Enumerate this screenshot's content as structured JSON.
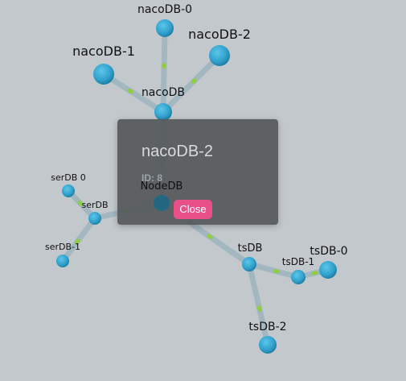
{
  "graph": {
    "nodes": [
      {
        "id": "nacoDB-0",
        "label": "nacoDB-0"
      },
      {
        "id": "nacoDB-2",
        "label": "nacoDB-2"
      },
      {
        "id": "nacoDB-1",
        "label": "nacoDB-1"
      },
      {
        "id": "nacoDB",
        "label": "nacoDB"
      },
      {
        "id": "NodeDB",
        "label": "NodeDB"
      },
      {
        "id": "serDB_0",
        "label": "serDB 0"
      },
      {
        "id": "serDB",
        "label": "serDB"
      },
      {
        "id": "serDB-1",
        "label": "serDB-1"
      },
      {
        "id": "tsDB",
        "label": "tsDB"
      },
      {
        "id": "tsDB-0",
        "label": "tsDB-0"
      },
      {
        "id": "tsDB-1",
        "label": "tsDB-1"
      },
      {
        "id": "tsDB-2",
        "label": "tsDB-2"
      }
    ],
    "edges": [
      [
        "nacoDB",
        "nacoDB-0"
      ],
      [
        "nacoDB",
        "nacoDB-2"
      ],
      [
        "nacoDB",
        "nacoDB-1"
      ],
      [
        "nacoDB",
        "NodeDB"
      ],
      [
        "NodeDB",
        "serDB"
      ],
      [
        "serDB",
        "serDB_0"
      ],
      [
        "serDB",
        "serDB-1"
      ],
      [
        "NodeDB",
        "tsDB"
      ],
      [
        "tsDB",
        "tsDB-1"
      ],
      [
        "tsDB-1",
        "tsDB-0"
      ],
      [
        "tsDB",
        "tsDB-2"
      ]
    ],
    "colors": {
      "node": "#34a6cf",
      "node_dark": "#1b6b86",
      "edge": "#9fb6bf",
      "edge_dot": "#8fcf3c",
      "background": "#c3c8cc"
    }
  },
  "popup": {
    "title": "nacoDB-2",
    "id_text": "ID: 8",
    "close_label": "Close",
    "colors": {
      "close_button": "#e9508a"
    }
  }
}
